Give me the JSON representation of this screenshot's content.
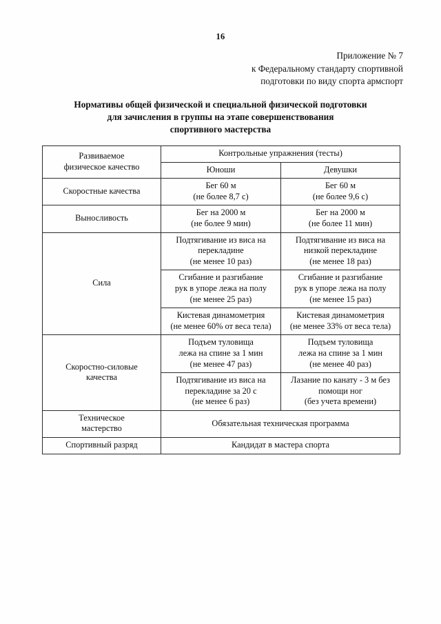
{
  "page": {
    "number": "16"
  },
  "doc_header": {
    "line1": "Приложение № 7",
    "line2": "к Федеральному стандарту спортивной",
    "line3": "подготовки по виду спорта армспорт"
  },
  "title": {
    "line1": "Нормативы общей физической и специальной физической подготовки",
    "line2": "для зачисления в группы на этапе совершенствования",
    "line3": "спортивного мастерства"
  },
  "table": {
    "headers": {
      "quality_line1": "Развиваемое",
      "quality_line2": "физическое качество",
      "tests": "Контрольные упражнения (тесты)",
      "male": "Юноши",
      "female": "Девушки"
    },
    "rows": [
      {
        "quality": "Скоростные качества",
        "male": [
          "Бег 60 м",
          "(не более 8,7 с)"
        ],
        "female": [
          "Бег 60 м",
          "(не более 9,6 с)"
        ]
      },
      {
        "quality": "Выносливость",
        "male": [
          "Бег на 2000 м",
          "(не более 9 мин)"
        ],
        "female": [
          "Бег на 2000 м",
          "(не более 11 мин)"
        ]
      },
      {
        "quality": "Сила",
        "male": [
          "Подтягивание из виса на",
          "перекладине",
          "(не менее 10 раз)"
        ],
        "female": [
          "Подтягивание из виса на",
          "низкой перекладине",
          "(не менее 18 раз)"
        ]
      },
      {
        "quality": "",
        "male": [
          "Сгибание и разгибание",
          "рук в упоре лежа на полу",
          "(не менее 25 раз)"
        ],
        "female": [
          "Сгибание и разгибание",
          "рук в упоре лежа на полу",
          "(не менее 15 раз)"
        ]
      },
      {
        "quality": "",
        "male": [
          "Кистевая динамометрия",
          "(не менее 60% от веса тела)"
        ],
        "female": [
          "Кистевая динамометрия",
          "(не менее 33% от веса тела)"
        ]
      },
      {
        "quality_line1": "Скоростно-силовые",
        "quality_line2": "качества",
        "male": [
          "Подъем туловища",
          "лежа на спине за 1 мин",
          "(не менее 47 раз)"
        ],
        "female": [
          "Подъем туловища",
          "лежа на спине за 1 мин",
          "(не менее 40 раз)"
        ]
      },
      {
        "quality": "",
        "male": [
          "Подтягивание из виса на",
          "перекладине за 20 с",
          "(не менее 6 раз)"
        ],
        "female": [
          "Лазание по канату - 3 м без",
          "помощи ног",
          "(без учета времени)"
        ]
      }
    ],
    "footer_rows": [
      {
        "quality_line1": "Техническое",
        "quality_line2": "мастерство",
        "value": "Обязательная техническая программа"
      },
      {
        "quality_line1": "Спортивный разряд",
        "quality_line2": "",
        "value": "Кандидат в мастера спорта"
      }
    ]
  }
}
